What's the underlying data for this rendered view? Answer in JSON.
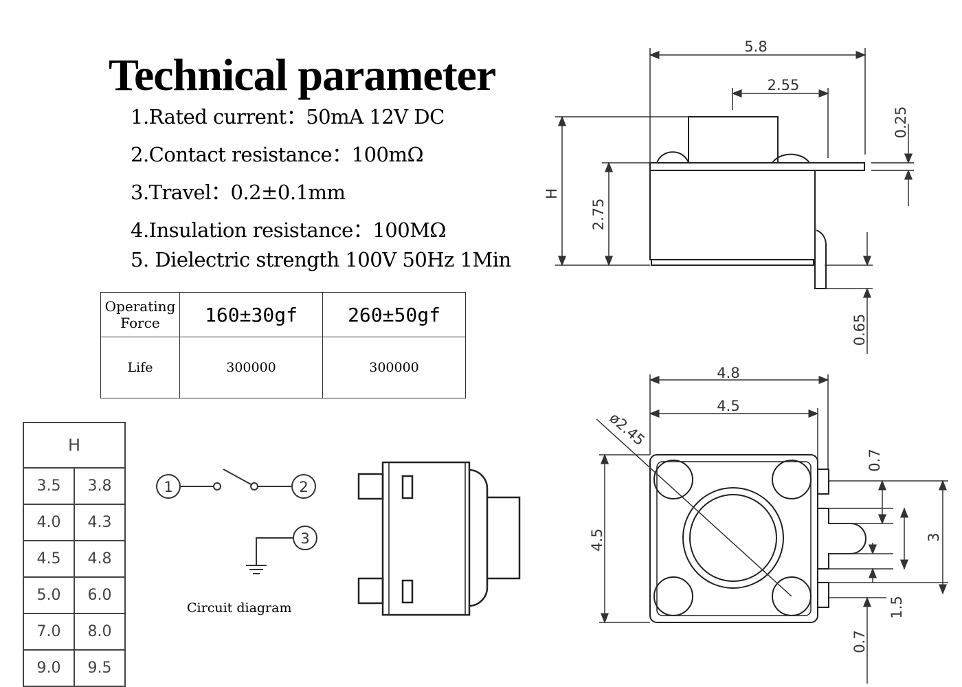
{
  "title": "Technical parameter",
  "specs": [
    "1.Rated current：50mA 12V DC",
    "2.Contact resistance：100mΩ",
    "3.Travel：0.2±0.1mm",
    "4.Insulation resistance：100MΩ",
    "5. Dielectric strength 100V 50Hz 1Min"
  ],
  "force_table": {
    "header_label_line1": "Operating",
    "header_label_line2": "Force",
    "col1": "160±30gf",
    "col2": "260±50gf",
    "life_label": "Life",
    "life1": "300000",
    "life2": "300000"
  },
  "h_table": {
    "header": "H",
    "rows": [
      [
        "3.5",
        "3.8"
      ],
      [
        "4.0",
        "4.3"
      ],
      [
        "4.5",
        "4.8"
      ],
      [
        "5.0",
        "6.0"
      ],
      [
        "7.0",
        "8.0"
      ],
      [
        "9.0",
        "9.5"
      ]
    ]
  },
  "circuit": {
    "label": "Circuit diagram",
    "pin1": "1",
    "pin2": "2",
    "pin3": "3"
  },
  "side_view_dims": {
    "width": "5.8",
    "inner": "2.55",
    "top_gap": "0.25",
    "height_label": "H",
    "body_height": "2.75",
    "pin": "0.65"
  },
  "top_view_dims": {
    "outer_width": "4.8",
    "inner_width": "4.5",
    "diameter": "ø2.45",
    "height": "4.5",
    "pin_top": "0.7",
    "pin_spacing": "3",
    "pin_width": "1.5",
    "pin_bottom": "0.7"
  }
}
